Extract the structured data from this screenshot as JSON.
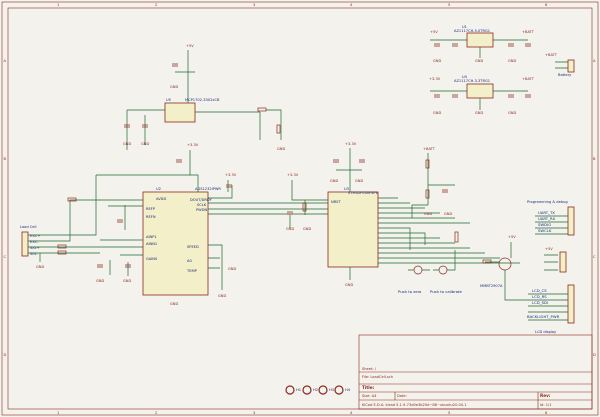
{
  "border": {
    "cols": [
      "1",
      "2",
      "3",
      "4",
      "5",
      "6"
    ],
    "rows": [
      "A",
      "B",
      "C",
      "D"
    ]
  },
  "ics": {
    "u1": {
      "ref": "U1",
      "value": "AZ1117CH-5.0TRG1"
    },
    "u4": {
      "ref": "U4",
      "value": "AZ1117CH-3.3TRG1"
    },
    "u5": {
      "ref": "U5",
      "value": "MCP1702-3302xCB"
    },
    "u2": {
      "ref": "U2",
      "value": "ADS1232IPWR",
      "ref_label": "U2"
    },
    "u3": {
      "ref": "U3",
      "value": "STM32F030F4Px"
    }
  },
  "power_labels": {
    "p5v": "+5V",
    "p3v3": "+3.3V",
    "gnd": "GND",
    "batt": "+BATT"
  },
  "nets": {
    "dvdd": "PWDN",
    "sclk": "SCLK",
    "dout": "DOUT/DRDY",
    "avdd": "AVDD",
    "ain": "AINP1",
    "ainn": "AINN1",
    "vref": "REFP",
    "refn": "REFN",
    "gain": "GAIN0",
    "speed": "SPEED",
    "a0": "A0",
    "temp": "TEMP",
    "swdio": "SWDIO",
    "swclk": "SWCLK",
    "nrst": "NRST",
    "uart_tx": "UART_TX",
    "uart_rx": "UART_RX",
    "lcd_cs": "LCD_CS",
    "lcd_rs": "LCD_RS",
    "lcd_sdi": "LCD_SDI",
    "backlight": "BACKLIGHT_PWR"
  },
  "connectors": {
    "loadcell": {
      "title": "Load Cell",
      "pins": [
        "EXC+",
        "EXC-",
        "SIG+",
        "SIG-"
      ]
    },
    "battery": {
      "title": "Battery"
    },
    "prog": {
      "title": "Programming & debug"
    },
    "lcd": {
      "title": "LCD display"
    }
  },
  "buttons": {
    "zero": "Push to zero",
    "calibrate": "Push to calibrate"
  },
  "transistor": "MMBT2907A",
  "mounting_holes": [
    "H1",
    "H2",
    "H3",
    "H4"
  ],
  "title_block": {
    "sheet": "Sheet: /",
    "file": "File: LoadCell.sch",
    "title_label": "Title:",
    "size": "Size: A4",
    "date": "Date:",
    "rev": "Rev:",
    "kicad": "KiCad E.D.A.  kicad 5.1.9-73d0e3b20d~88~ubuntu20.04.1",
    "id": "Id: 1/1"
  }
}
